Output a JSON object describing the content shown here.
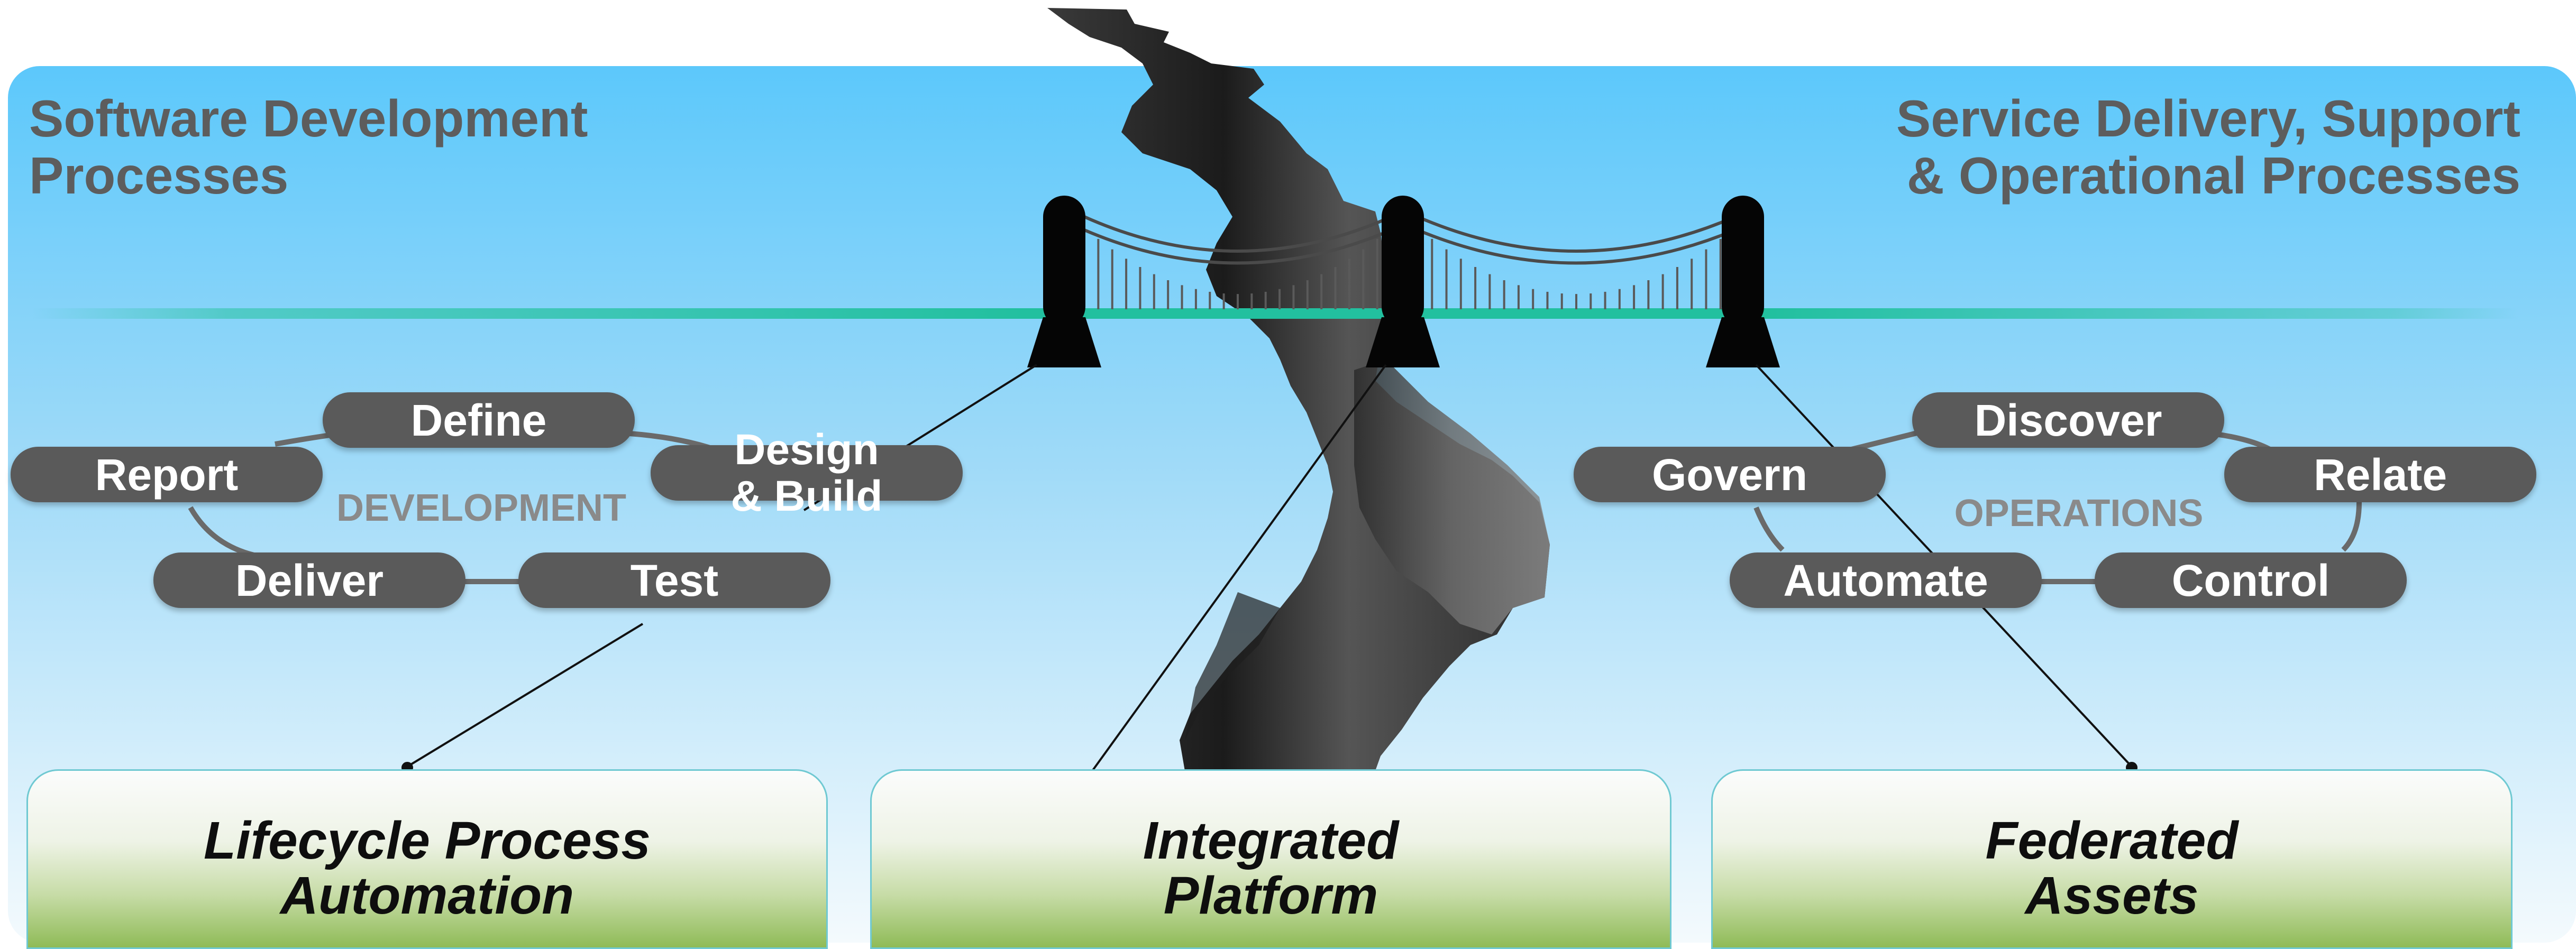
{
  "left_title": {
    "line1": "Software Development",
    "line2": "Processes"
  },
  "right_title": {
    "line1": "Service Delivery, Support",
    "line2": "& Operational Processes"
  },
  "development_cycle": {
    "label": "DEVELOPMENT",
    "stages": [
      "Define",
      "Report",
      "Design",
      "& Build",
      "Deliver",
      "Test"
    ]
  },
  "operations_cycle": {
    "label": "OPERATIONS",
    "stages": [
      "Discover",
      "Govern",
      "Relate",
      "Automate",
      "Control"
    ]
  },
  "foundations": [
    {
      "line1": "Lifecycle Process",
      "line2": "Automation"
    },
    {
      "line1": "Integrated",
      "line2": "Platform"
    },
    {
      "line1": "Federated",
      "line2": "Assets"
    }
  ],
  "colors": {
    "sky_top": "#5cc8fb",
    "sky_bottom": "#f2f9fd",
    "bridge_deck": "#2ec4a6",
    "pill": "#5a5a5a",
    "title_text": "#5d5d5d",
    "cycle_label": "#8a8a8a",
    "foundation_green": "#8fbb57"
  }
}
